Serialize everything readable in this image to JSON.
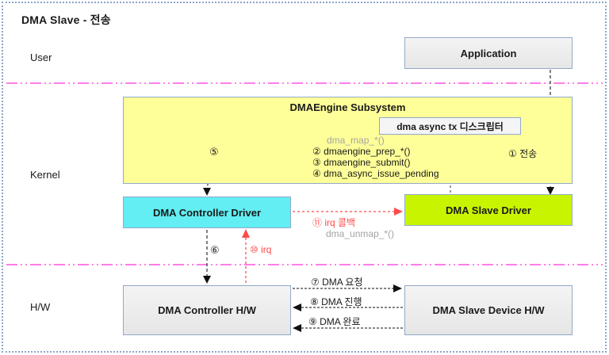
{
  "title": "DMA Slave - 전송",
  "layers": {
    "user": "User",
    "kernel": "Kernel",
    "hw": "H/W"
  },
  "boxes": {
    "application": "Application",
    "dmaengine_subsystem": "DMAEngine Subsystem",
    "descriptor": "dma async tx 디스크립터",
    "dma_controller_driver": "DMA Controller Driver",
    "dma_slave_driver": "DMA Slave Driver",
    "dma_controller_hw": "DMA Controller H/W",
    "dma_slave_device_hw": "DMA Slave Device H/W"
  },
  "annotations": {
    "step1": "① 전송",
    "dma_map": "dma_map_*()",
    "step2": "② dmaengine_prep_*()",
    "step3": "③ dmaengine_submit()",
    "step4": "④ dma_async_issue_pending",
    "step5": "⑤",
    "step6": "⑥",
    "step7": "⑦ DMA 요청",
    "step8": "⑧ DMA 진행",
    "step9": "⑨ DMA 완료",
    "step10": "⑩ irq",
    "step11": "⑪ irq 콜백",
    "dma_unmap": "dma_unmap_*()"
  },
  "colors": {
    "subsystem_fill": "#ffff99",
    "controller_driver_fill": "#62eef2",
    "slave_driver_fill": "#c8f400",
    "hw_box_fill": "#ededed",
    "box_border": "#91aac9",
    "separator_pink": "#ff7de8",
    "irq_red": "#ff4b4b",
    "arrow_dark": "#3c3c3c",
    "muted_text": "#a3a3a3",
    "frame_blue": "#8ca6c8"
  }
}
